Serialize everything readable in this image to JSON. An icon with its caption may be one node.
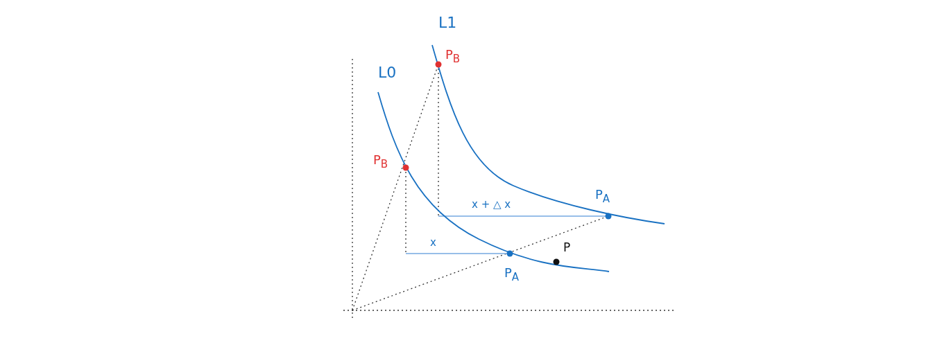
{
  "diagram": {
    "labels": [
      "L1",
      "P$_{B}$",
      "L0",
      "P$_{B}$",
      "x + △ x",
      "P$_{A}$",
      "x",
      "P",
      "P$_{A}$"
    ]
  }
}
